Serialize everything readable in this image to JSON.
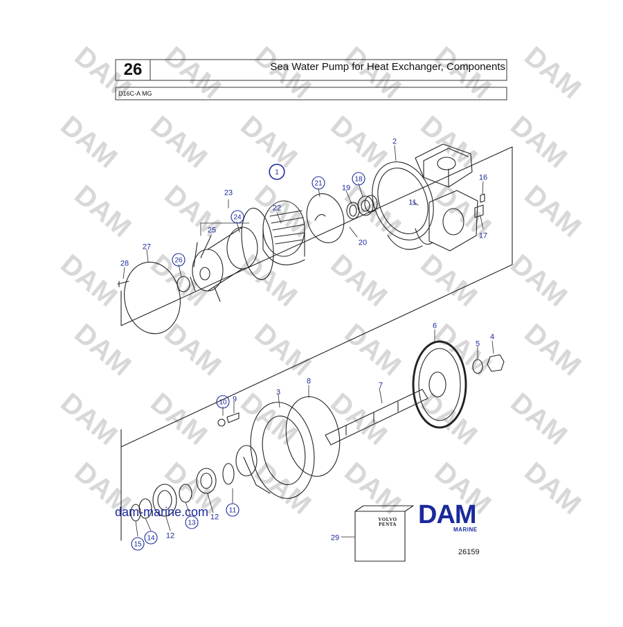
{
  "header": {
    "page_number": "26",
    "title": "Sea Water Pump for Heat Exchanger, Components",
    "model": "D16C-A MG"
  },
  "parts": [
    {
      "num": "1",
      "circled": true
    },
    {
      "num": "2",
      "circled": false
    },
    {
      "num": "3",
      "circled": false
    },
    {
      "num": "4",
      "circled": false
    },
    {
      "num": "5",
      "circled": false
    },
    {
      "num": "6",
      "circled": false
    },
    {
      "num": "7",
      "circled": false
    },
    {
      "num": "8",
      "circled": false
    },
    {
      "num": "9",
      "circled": false
    },
    {
      "num": "10",
      "circled": true
    },
    {
      "num": "11",
      "circled": true
    },
    {
      "num": "12",
      "circled": false
    },
    {
      "num": "12",
      "circled": false
    },
    {
      "num": "13",
      "circled": true
    },
    {
      "num": "14",
      "circled": true
    },
    {
      "num": "15",
      "circled": true
    },
    {
      "num": "16",
      "circled": false
    },
    {
      "num": "17",
      "circled": false
    },
    {
      "num": "18",
      "circled": true
    },
    {
      "num": "19",
      "circled": false
    },
    {
      "num": "20",
      "circled": false
    },
    {
      "num": "21",
      "circled": true
    },
    {
      "num": "22",
      "circled": false
    },
    {
      "num": "23",
      "circled": false
    },
    {
      "num": "24",
      "circled": true
    },
    {
      "num": "25",
      "circled": false
    },
    {
      "num": "26",
      "circled": true
    },
    {
      "num": "27",
      "circled": false
    },
    {
      "num": "28",
      "circled": false
    },
    {
      "num": "11",
      "circled": false
    },
    {
      "num": "29",
      "circled": false
    }
  ],
  "watermark": {
    "text": "DAM",
    "logo_text": "DAM",
    "logo_sub": "MARINE",
    "url": "dam-marine.com"
  },
  "kit_label": {
    "line1": "VOLVO",
    "line2": "PENTA"
  },
  "drawing_number": "26159",
  "colors": {
    "callout_blue": "#1a2a9a",
    "line": "#222222",
    "watermark": "#d8d8d8"
  }
}
